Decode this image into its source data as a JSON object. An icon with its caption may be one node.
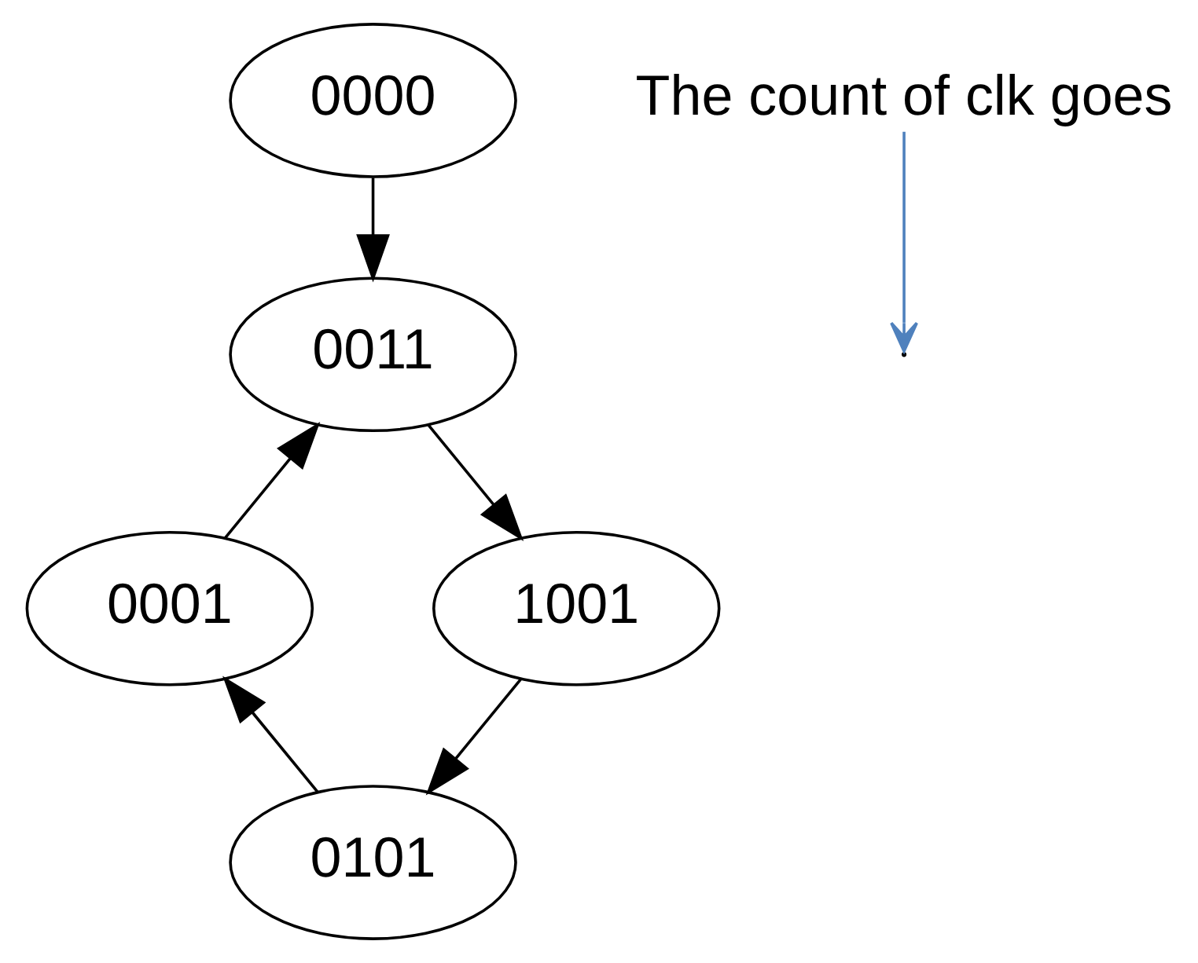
{
  "diagram": {
    "nodes": [
      {
        "text": [
          "0000"
        ]
      },
      {
        "text": [
          "The count of clk goes"
        ]
      },
      {
        "text": [
          "0011"
        ]
      },
      {
        "text": [
          "0001"
        ]
      },
      {
        "text": [
          "1001"
        ]
      },
      {
        "text": [
          "0101"
        ]
      }
    ],
    "edges": [
      {
        "from": 0,
        "to": 2,
        "arrow": "to"
      },
      {
        "from": 2,
        "to": 4,
        "arrow": "to"
      },
      {
        "from": 4,
        "to": 5,
        "arrow": "to"
      },
      {
        "from": 5,
        "to": 3,
        "arrow": "to"
      },
      {
        "from": 3,
        "to": 2,
        "arrow": "to"
      },
      {
        "from": 1,
        "to": null,
        "arrow": "to",
        "color": "#4f81bd"
      }
    ]
  }
}
